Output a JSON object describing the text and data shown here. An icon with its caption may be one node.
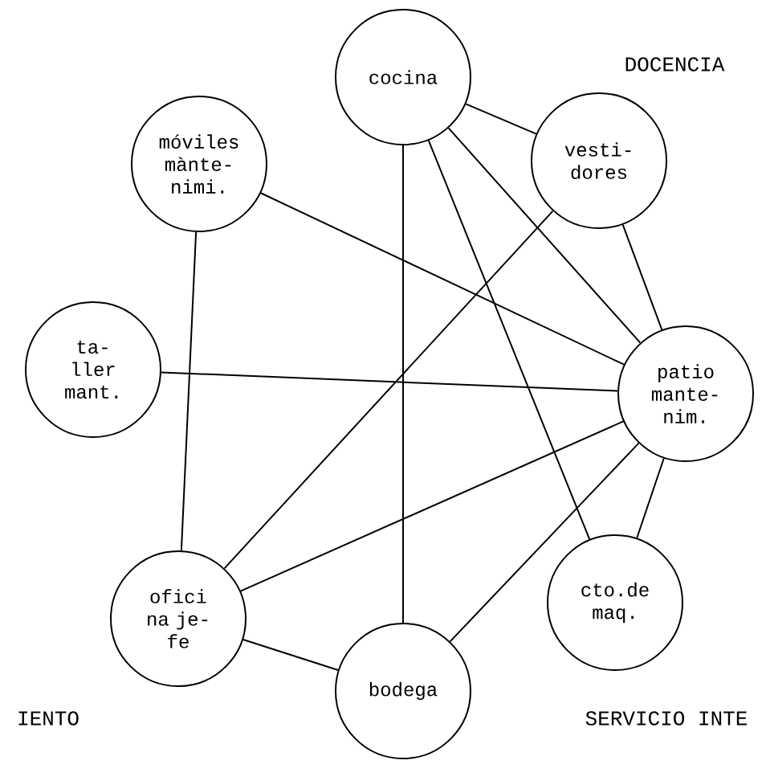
{
  "diagram": {
    "nodes": [
      {
        "text": [
          "cocina"
        ]
      },
      {
        "text": [
          "móviles mànte- nimi."
        ]
      },
      {
        "text": [
          "vesti- dores"
        ]
      },
      {
        "text": [
          "ta- ller mant."
        ]
      },
      {
        "text": [
          "patio mante- nim."
        ]
      },
      {
        "text": [
          "cto.de maq."
        ]
      },
      {
        "text": [
          "ofici na je- fe"
        ]
      },
      {
        "text": [
          "bodega"
        ]
      }
    ],
    "edges": [
      {
        "from": 0,
        "to": 7,
        "arrow": "none"
      },
      {
        "from": 0,
        "to": 2,
        "arrow": "none"
      },
      {
        "from": 0,
        "to": 4,
        "arrow": "none"
      },
      {
        "from": 0,
        "to": 5,
        "arrow": "none"
      },
      {
        "from": 2,
        "to": 6,
        "arrow": "none"
      },
      {
        "from": 2,
        "to": 4,
        "arrow": "none"
      },
      {
        "from": 1,
        "to": 4,
        "arrow": "none"
      },
      {
        "from": 1,
        "to": 6,
        "arrow": "none"
      },
      {
        "from": 3,
        "to": 4,
        "arrow": "none"
      },
      {
        "from": 6,
        "to": 4,
        "arrow": "none"
      },
      {
        "from": 6,
        "to": 7,
        "arrow": "none"
      },
      {
        "from": 7,
        "to": 4,
        "arrow": "none"
      },
      {
        "from": 5,
        "to": 4,
        "arrow": "none"
      }
    ],
    "labels": [
      "DOCENCIA",
      "IENTO",
      "SERVICIO INTE"
    ]
  }
}
